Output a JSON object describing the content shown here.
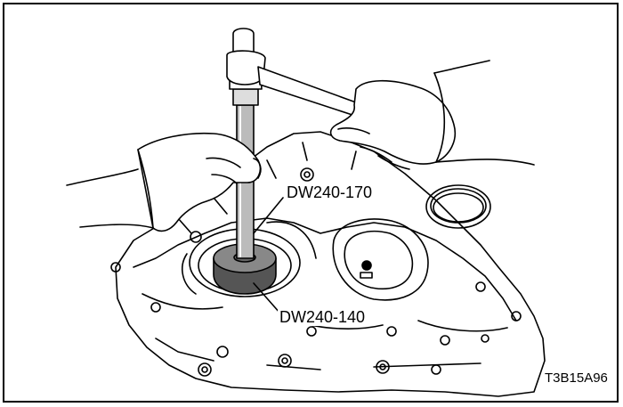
{
  "diagram": {
    "labels": {
      "tool_upper": "DW240-170",
      "tool_lower": "DW240-140",
      "figure_code": "T3B15A96"
    }
  }
}
